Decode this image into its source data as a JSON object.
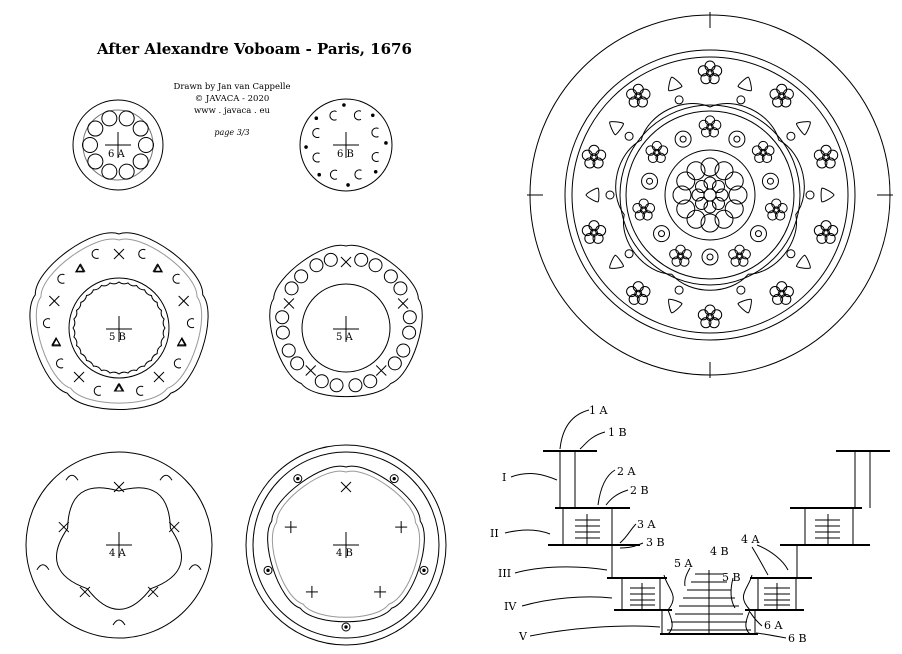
{
  "header": {
    "title": "After Alexandre Voboam - Paris, 1676",
    "credits": [
      "Drawn by Jan van Cappelle",
      "© JAVACA - 2020",
      "www . javaca . eu"
    ],
    "page": "page 3/3"
  },
  "pieces": {
    "p6A": "6 A",
    "p6B": "6 B",
    "p5A": "5 A",
    "p5B": "5 B",
    "p4A": "4 A",
    "p4B": "4 B"
  },
  "assembly": {
    "plates": [
      "1 A",
      "1 B",
      "2 A",
      "2 B",
      "3 A",
      "3 B",
      "4 A",
      "4 B",
      "5 A",
      "5 B",
      "6 A",
      "6 B"
    ],
    "levels": [
      "I",
      "II",
      "III",
      "IV",
      "V"
    ]
  }
}
